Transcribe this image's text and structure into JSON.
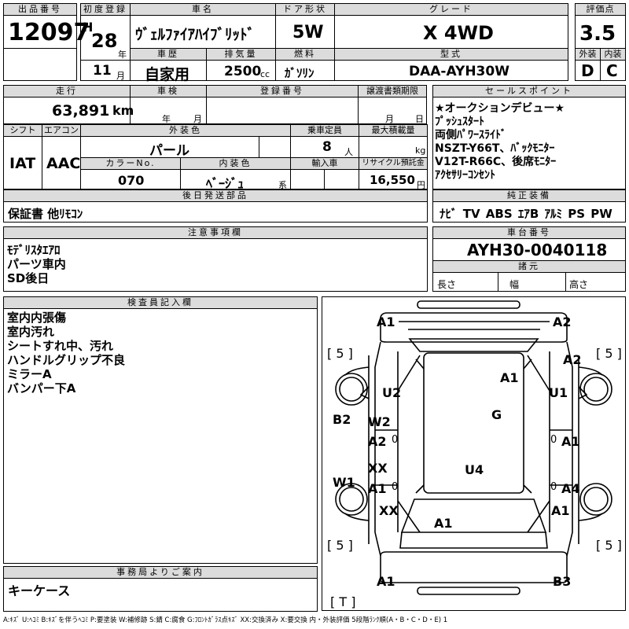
{
  "header": {
    "lot_label": "出品番号",
    "lot": "12097",
    "first_reg_label": "初度登録",
    "era": "H",
    "year": "28",
    "year_unit": "年",
    "month": "11",
    "month_unit": "月",
    "name_label": "車名",
    "name": "ｳﾞｪﾙﾌｧｲｱﾊｲﾌﾞﾘｯﾄﾞ",
    "history_label": "車歴",
    "history": "自家用",
    "displacement_label": "排気量",
    "displacement": "2500",
    "cc": "cc",
    "doors_label": "ドア形状",
    "doors": "5W",
    "fuel_label": "燃料",
    "fuel": "ｶﾞｿﾘﾝ",
    "grade_label": "グレード",
    "grade": "X 4WD",
    "model_label": "型式",
    "model": "DAA-AYH30W",
    "score_label": "評価点",
    "score": "3.5",
    "exterior_label": "外装",
    "exterior": "D",
    "interior_label": "内装",
    "interior": "C"
  },
  "row2": {
    "mileage_label": "走行",
    "mileage": "63,891",
    "km": "km",
    "inspection_label": "車検",
    "year_unit": "年",
    "month_unit": "月",
    "regno_label": "登録番号",
    "transfer_label": "譲渡書類期限",
    "month_unit2": "月",
    "day_unit": "日",
    "shift_label": "シフト",
    "shift": "IAT",
    "ac_label": "エアコン",
    "ac": "AAC",
    "color_label": "外装色",
    "color": "パール",
    "seats_label": "乗車定員",
    "seats": "8",
    "seats_unit": "人",
    "load_label": "最大積載量",
    "load_unit": "kg",
    "colorno_label": "カラーNo.",
    "colorno": "070",
    "intcolor_label": "内装色",
    "intcolor": "ﾍﾞｰｼﾞｭ",
    "intcolor_unit": "系",
    "import_label": "輸入車",
    "recycle_label": "リサイクル預託金",
    "recycle": "16,550",
    "recycle_unit": "円",
    "later_label": "後日発送部品",
    "later": "保証書 他ﾘﾓｺﾝ"
  },
  "sales": {
    "label": "セールスポイント",
    "lines": "★オークションデビュー★\nﾌﾟｯｼｭｽﾀｰﾄ\n両側ﾊﾟﾜｰｽﾗｲﾄﾞ\nNSZT-Y66T、ﾊﾞｯｸﾓﾆﾀｰ\nV12T-R66C、後席ﾓﾆﾀｰ\nｱｸｾｻﾘｰｺﾝｾﾝﾄ",
    "equip_label": "純正装備",
    "equip": "ﾅﾋﾞ TV ABS ｴｱB ｱﾙﾐ PS PW"
  },
  "notes": {
    "label": "注意事項欄",
    "text": "ﾓﾃﾞﾘｽﾀｴｱﾛ\nパーツ車内\nSD後日"
  },
  "chassis": {
    "label": "車台番号",
    "value": "AYH30-0040118",
    "spec_label": "諸元",
    "length": "長さ",
    "width": "幅",
    "height": "高さ"
  },
  "inspector": {
    "label": "検査員記入欄",
    "text": "室内内張傷\n室内汚れ\nシートすれ中、汚れ\nハンドルグリップ不良\nミラーA\nバンパー下A"
  },
  "office": {
    "label": "事務局よりご案内",
    "text": "キーケース"
  },
  "legend": "A:ｷｽﾞ U:ﾍｺﾐ B:ｷｽﾞを伴うﾍｺﾐ P:要塗装 W:補修跡 S:錆 C:腐食 G:ﾌﾛﾝﾄｶﾞﾗｽ点ｷｽﾞ XX:交換済み X:要交換 内・外装評価 5段階ﾗﾝｸ順(A・B・C・D・E) 1",
  "diagram": {
    "a1_tl": "A1",
    "a2_tr": "A2",
    "a2_r": "A2",
    "a1_roof": "A1",
    "u2": "U2",
    "u1": "U1",
    "g": "G",
    "b2": "B2",
    "w2": "W2",
    "a2_l": "A2",
    "a1_r": "A1",
    "xx1": "XX",
    "a1_l2": "A1",
    "u4": "U4",
    "a4": "A4",
    "w1": "W1",
    "xx2": "XX",
    "a1_r2": "A1",
    "a1_rear": "A1",
    "a1_bl": "A1",
    "b3": "B3",
    "t1": "[ 5 ]",
    "t2": "[ 5 ]",
    "t3": "[ 5 ]",
    "t4": "[ 5 ]",
    "tt": "[ T ]",
    "o1": "0",
    "o2": "0",
    "o3": "0",
    "o4": "0"
  }
}
